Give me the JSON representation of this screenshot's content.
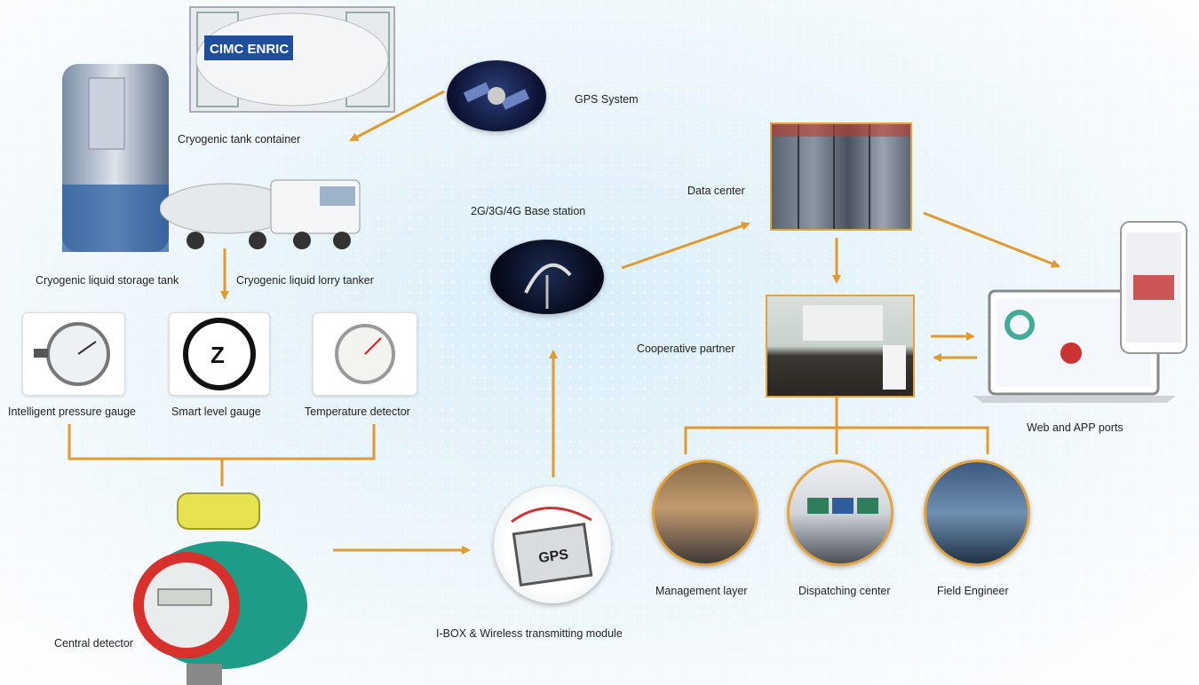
{
  "colors": {
    "connector": "#e39a2d",
    "frame": "#e3a33c"
  },
  "labels": {
    "gps_system": "GPS System",
    "tank_container": "Cryogenic tank container",
    "data_center": "Data center",
    "base_station": "2G/3G/4G Base station",
    "storage_tank": "Cryogenic liquid storage tank",
    "lorry_tanker": "Cryogenic liquid lorry tanker",
    "cooperative_partner": "Cooperative partner",
    "pressure_gauge": "Intelligent pressure gauge",
    "level_gauge": "Smart level gauge",
    "temperature_detector": "Temperature detector",
    "web_app_ports": "Web and APP ports",
    "management_layer": "Management layer",
    "dispatching_center": "Dispatching center",
    "field_engineer": "Field Engineer",
    "central_detector": "Central detector",
    "ibox_module": "I-BOX & Wireless transmitting module"
  },
  "images": {
    "container_logo": "CIMC ENRIC",
    "gps_box_text": "GPS"
  }
}
